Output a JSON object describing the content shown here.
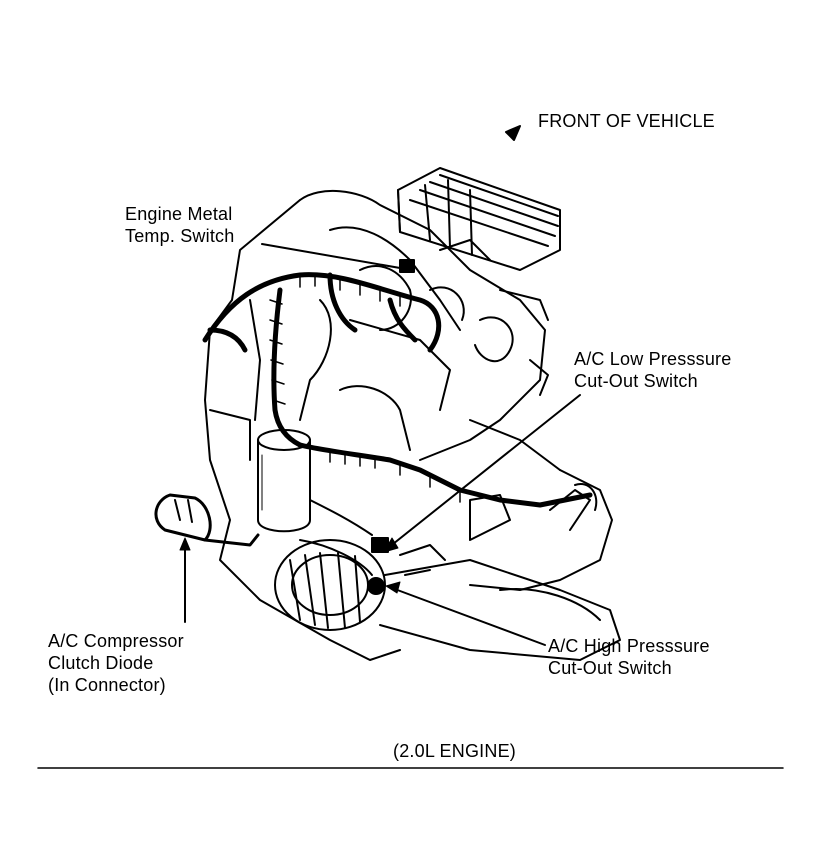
{
  "labels": {
    "front_of_vehicle": "FRONT OF VEHICLE",
    "engine_metal_temp_switch": [
      "Engine Metal",
      "Temp. Switch"
    ],
    "ac_low_pressure_switch": [
      "A/C Low Presssure",
      "Cut-Out Switch"
    ],
    "ac_high_pressure_switch": [
      "A/C High Presssure",
      "Cut-Out Switch"
    ],
    "ac_compressor_clutch_diode": [
      "A/C Compressor",
      "Clutch Diode",
      "(In Connector)"
    ]
  },
  "caption": "(2.0L ENGINE)",
  "colors": {
    "ink": "#000000",
    "paper": "#ffffff"
  }
}
